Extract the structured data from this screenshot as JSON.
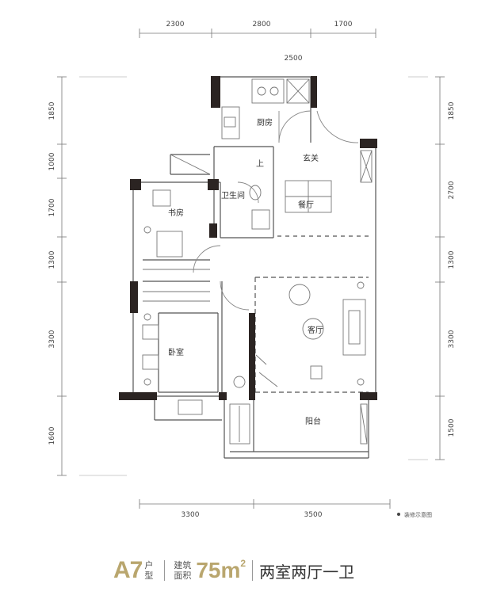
{
  "dimensions": {
    "top": [
      "2300",
      "2800",
      "1700"
    ],
    "top_inner": "2500",
    "left": [
      "1850",
      "1000",
      "1700",
      "1300",
      "3300",
      "1600"
    ],
    "right": [
      "1850",
      "2700",
      "1300",
      "3300",
      "1500"
    ],
    "bottom": [
      "3300",
      "3500"
    ]
  },
  "rooms": {
    "kitchen": "厨房",
    "entry": "玄关",
    "bathroom": "卫生间",
    "study": "书房",
    "dining": "餐厅",
    "living": "客厅",
    "bedroom": "卧室",
    "balcony": "阳台",
    "storage": "上"
  },
  "note": "装修示意图",
  "caption": {
    "code": "A7",
    "type_line1": "户",
    "type_line2": "型",
    "area_line1": "建筑",
    "area_line2": "面积",
    "area_value": "75m",
    "area_sup": "2",
    "description": "两室两厅一卫"
  }
}
